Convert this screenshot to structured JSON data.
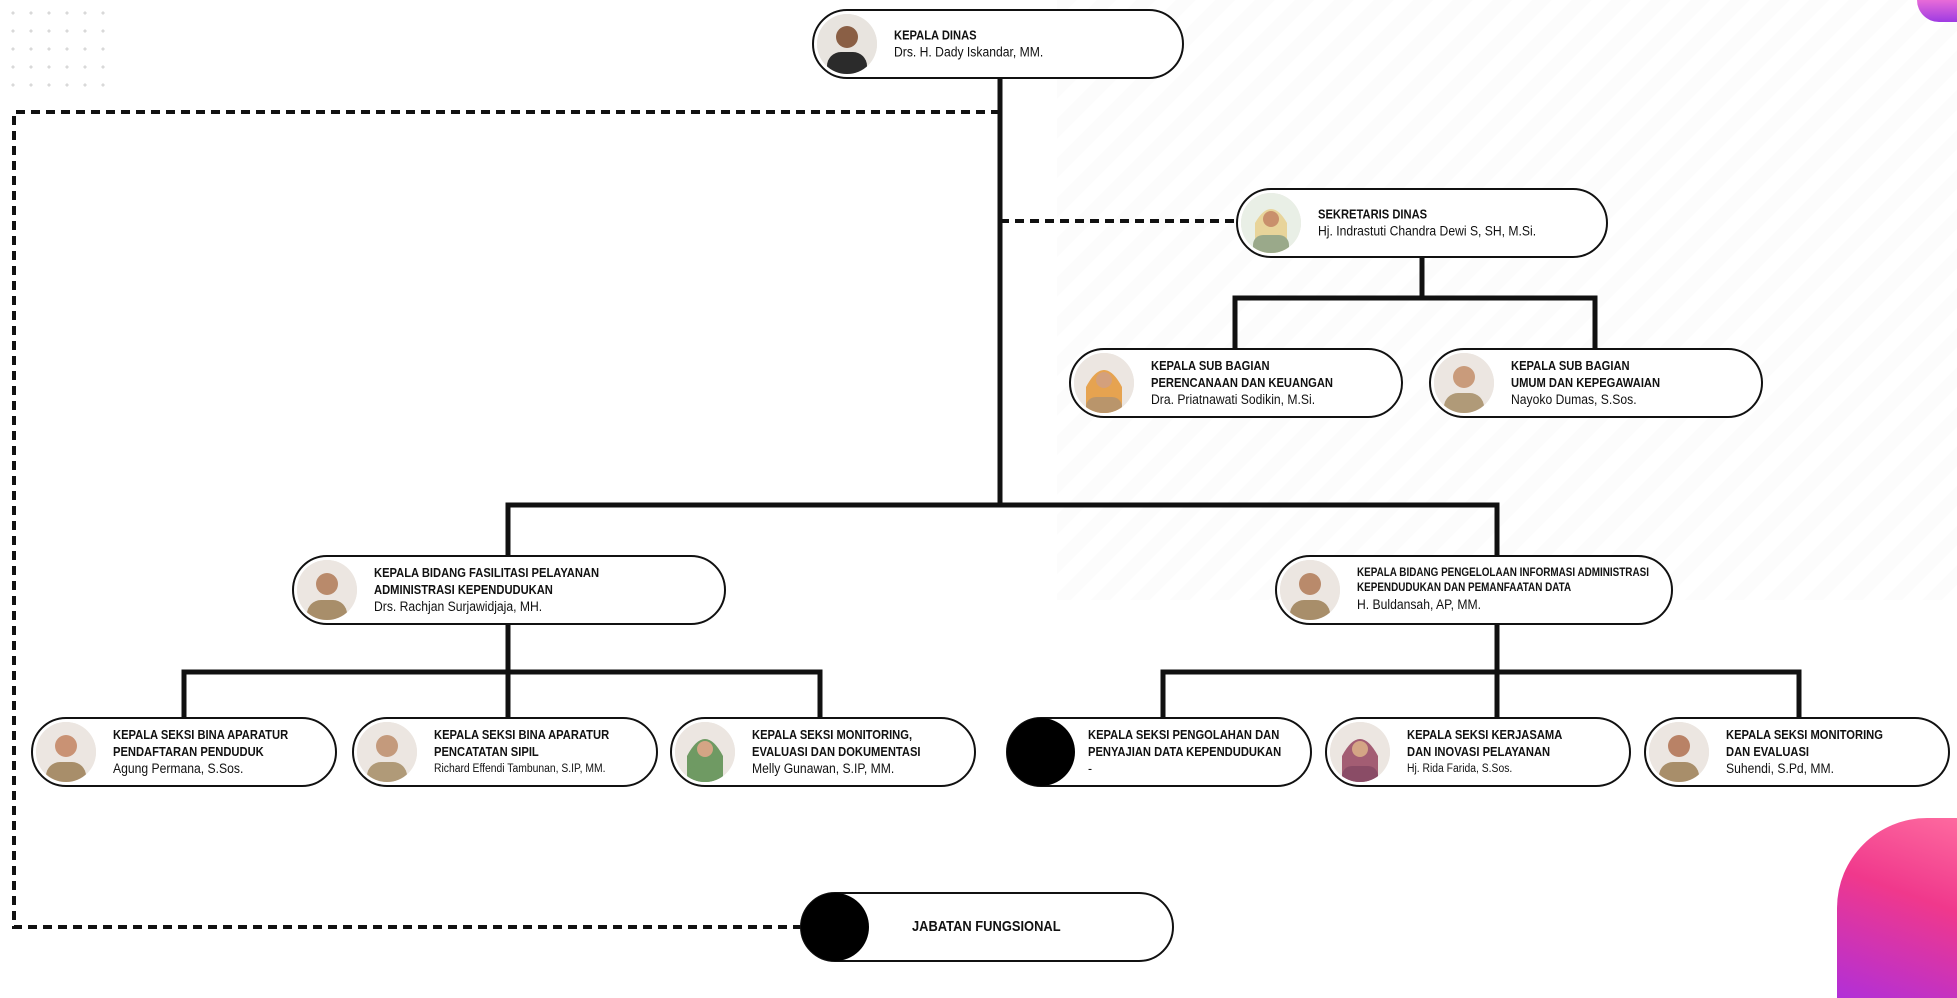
{
  "nodes": {
    "kadis": {
      "title": "KEPALA DINAS",
      "name": "Drs. H. Dady Iskandar, MM."
    },
    "sekretaris": {
      "title": "SEKRETARIS DINAS",
      "name": "Hj. Indrastuti Chandra Dewi S, SH, M.Si."
    },
    "subbag_perencanaan": {
      "title": "KEPALA SUB BAGIAN\nPERENCANAAN DAN KEUANGAN",
      "name": "Dra. Priatnawati Sodikin, M.Si."
    },
    "subbag_umum": {
      "title": "KEPALA SUB BAGIAN\nUMUM DAN KEPEGAWAIAN",
      "name": "Nayoko Dumas, S.Sos."
    },
    "bidang_fasilitasi": {
      "title": "KEPALA BIDANG FASILITASI PELAYANAN\nADMINISTRASI KEPENDUDUKAN",
      "name": "Drs. Rachjan Surjawidjaja, MH."
    },
    "bidang_pengelolaan": {
      "title": "KEPALA BIDANG PENGELOLAAN INFORMASI ADMINISTRASI\nKEPENDUDUKAN DAN PEMANFAATAN DATA",
      "name": "H. Buldansah, AP, MM."
    },
    "seksi_pendaftaran": {
      "title": "KEPALA SEKSI BINA APARATUR\nPENDAFTARAN PENDUDUK",
      "name": "Agung Permana, S.Sos."
    },
    "seksi_pencatatan": {
      "title": "KEPALA SEKSI BINA APARATUR\nPENCATATAN SIPIL",
      "name": "Richard Effendi Tambunan, S.IP, MM."
    },
    "seksi_monev_dok": {
      "title": "KEPALA SEKSI MONITORING,\nEVALUASI DAN DOKUMENTASI",
      "name": "Melly Gunawan, S.IP, MM."
    },
    "seksi_pengolahan": {
      "title": "KEPALA SEKSI PENGOLAHAN DAN\nPENYAJIAN DATA KEPENDUDUKAN",
      "name": "-"
    },
    "seksi_kerjasama": {
      "title": "KEPALA SEKSI KERJASAMA\nDAN INOVASI PELAYANAN",
      "name": "Hj. Rida Farida, S.Sos."
    },
    "seksi_monev": {
      "title": "KEPALA SEKSI MONITORING\nDAN EVALUASI",
      "name": "Suhendi, S.Pd, MM."
    },
    "fungsional": {
      "title": "JABATAN FUNGSIONAL"
    }
  }
}
